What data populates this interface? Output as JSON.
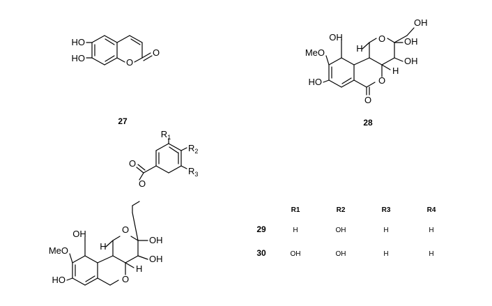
{
  "compounds": {
    "c27": "27",
    "c28": "28"
  },
  "atoms": {
    "HO": "HO",
    "OH": "OH",
    "O": "O",
    "H": "H",
    "MeO": "MeO",
    "R": "R",
    "sub1": "1",
    "sub2": "2",
    "sub3": "3"
  },
  "table": {
    "headers": [
      "R1",
      "R2",
      "R3",
      "R4"
    ],
    "rows": [
      {
        "label": "29",
        "cells": [
          "H",
          "OH",
          "H",
          "H"
        ]
      },
      {
        "label": "30",
        "cells": [
          "OH",
          "OH",
          "H",
          "H"
        ]
      }
    ]
  }
}
